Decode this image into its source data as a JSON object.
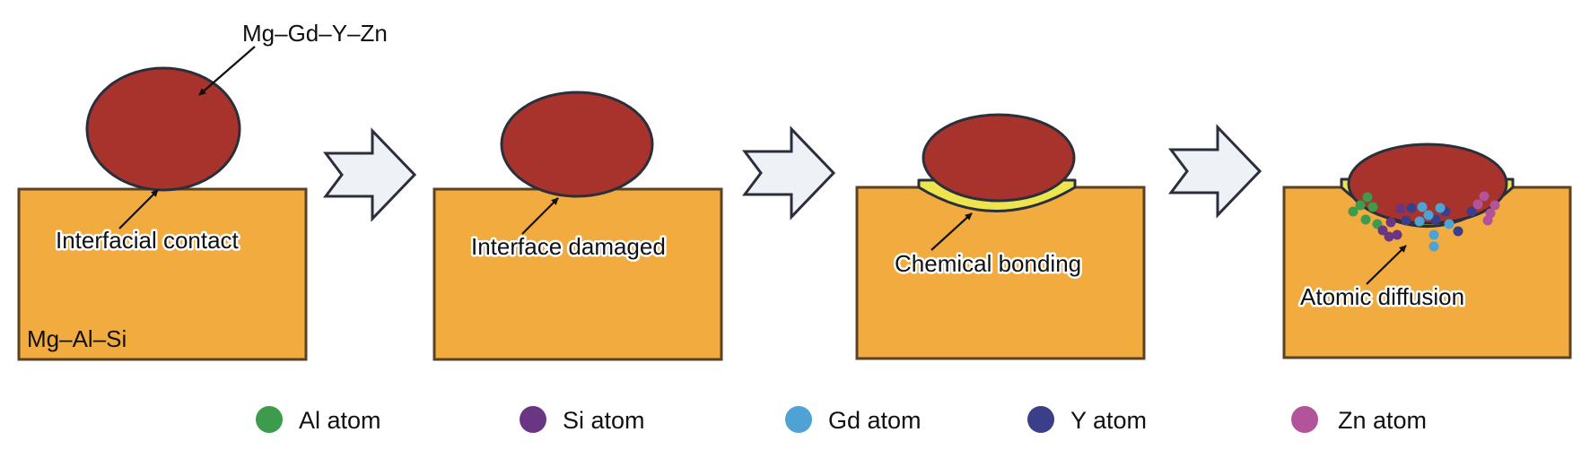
{
  "colors": {
    "substrate": "#f1ab3e",
    "droplet": "#a8332c",
    "interlayer": "#ece54e",
    "outline": "#5a4224",
    "arrow_fill": "#eef1f6",
    "arrow_stroke": "#2b2f3c"
  },
  "labels": {
    "droplet_alloy": "Mg–Gd–Y–Zn",
    "substrate_alloy": "Mg–Al–Si",
    "stage1": "Interfacial contact",
    "stage2": "Interface damaged",
    "stage3": "Chemical bonding",
    "stage4": "Atomic diffusion"
  },
  "legend": [
    {
      "label": "Al atom",
      "color": "#3c9b4c"
    },
    {
      "label": "Si atom",
      "color": "#6a3583"
    },
    {
      "label": "Gd atom",
      "color": "#4ea3d4"
    },
    {
      "label": "Y atom",
      "color": "#3b3f8a"
    },
    {
      "label": "Zn atom",
      "color": "#b3539a"
    }
  ]
}
